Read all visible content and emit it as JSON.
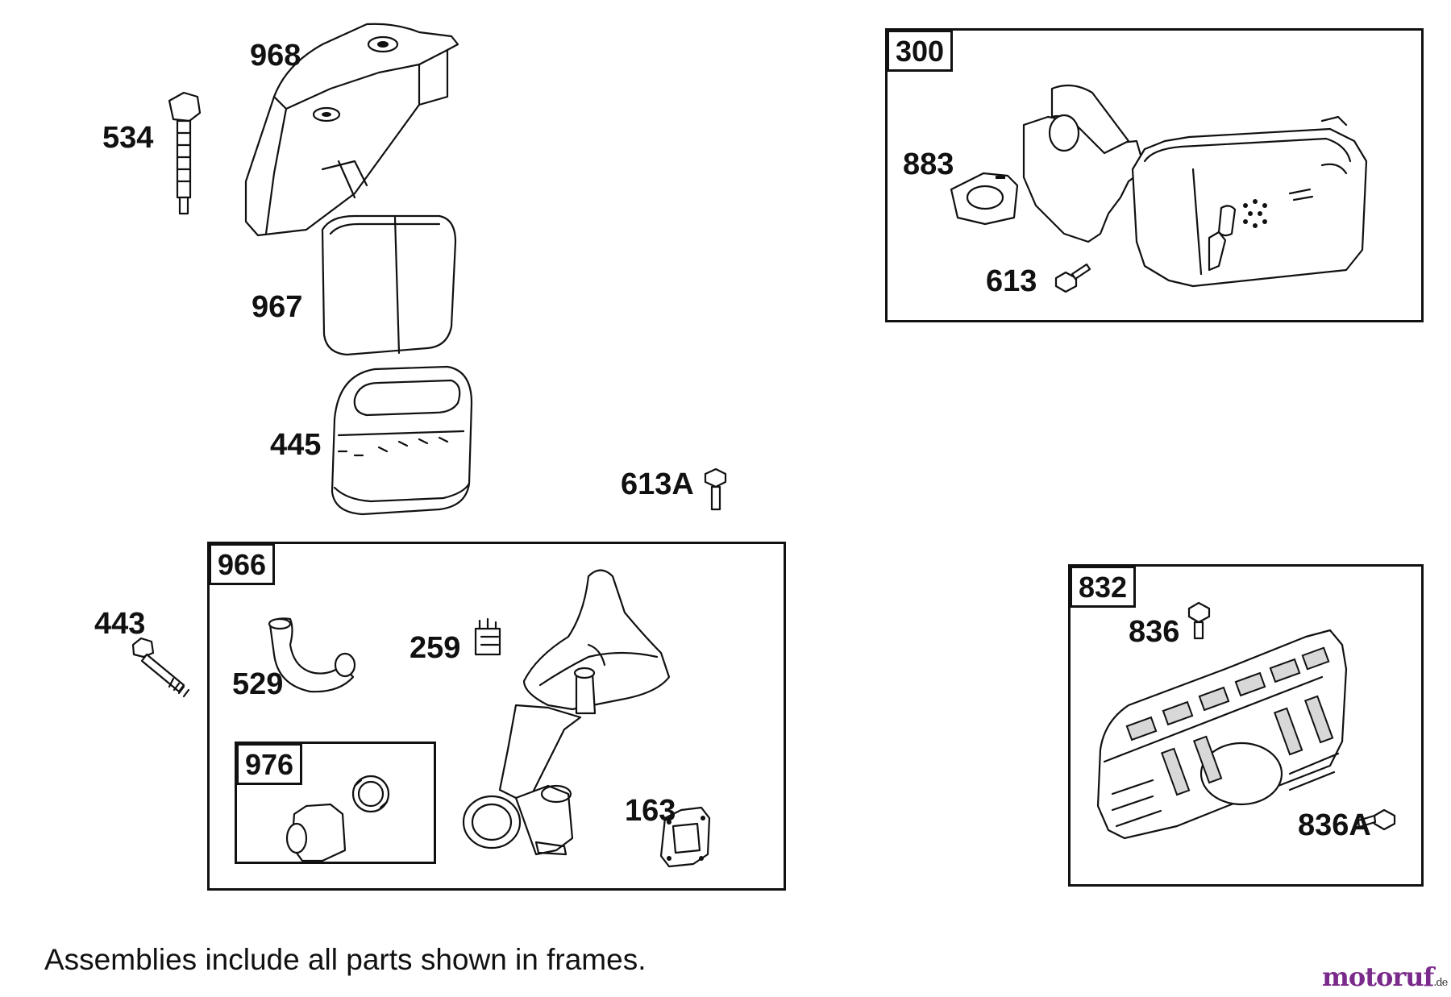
{
  "labels": {
    "p968": "968",
    "p534": "534",
    "p967": "967",
    "p445": "445",
    "p613a": "613A",
    "p443": "443",
    "p529": "529",
    "p259": "259",
    "p163": "163",
    "p883": "883",
    "p613": "613",
    "p836": "836",
    "p836a": "836A"
  },
  "frames": {
    "f300": "300",
    "f966": "966",
    "f976": "976",
    "f832": "832"
  },
  "footer": {
    "note": "Assemblies include all parts shown in frames."
  },
  "watermark": {
    "text": "motoruf",
    "suffix": ".de",
    "color": "#7a2a8a"
  },
  "colors": {
    "line": "#111111",
    "background": "#ffffff"
  }
}
